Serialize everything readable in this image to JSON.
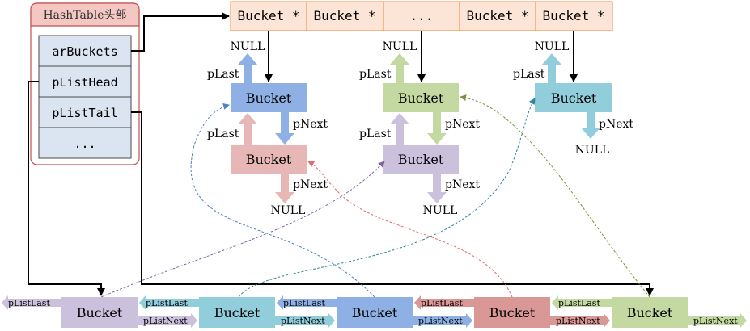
{
  "header": {
    "title": "HashTable头部",
    "fields": [
      "arBuckets",
      "pListHead",
      "pListTail",
      "..."
    ]
  },
  "bucket_array": [
    "Bucket *",
    "Bucket *",
    "...",
    "Bucket *",
    "Bucket *"
  ],
  "labels": {
    "null": "NULL",
    "plast": "pLast",
    "pnext": "pNext",
    "bucket": "Bucket",
    "plistlast": "pListLast",
    "plistnext": "pListNext"
  },
  "colors": {
    "blue": "#8eb0e4",
    "green": "#c3d9a1",
    "cyan": "#92cddb",
    "pink": "#e6b7b5",
    "purple": "#ccc1dc",
    "red": "#d99795",
    "header_bg": "#fce5d6",
    "header_border": "#c0504d"
  }
}
